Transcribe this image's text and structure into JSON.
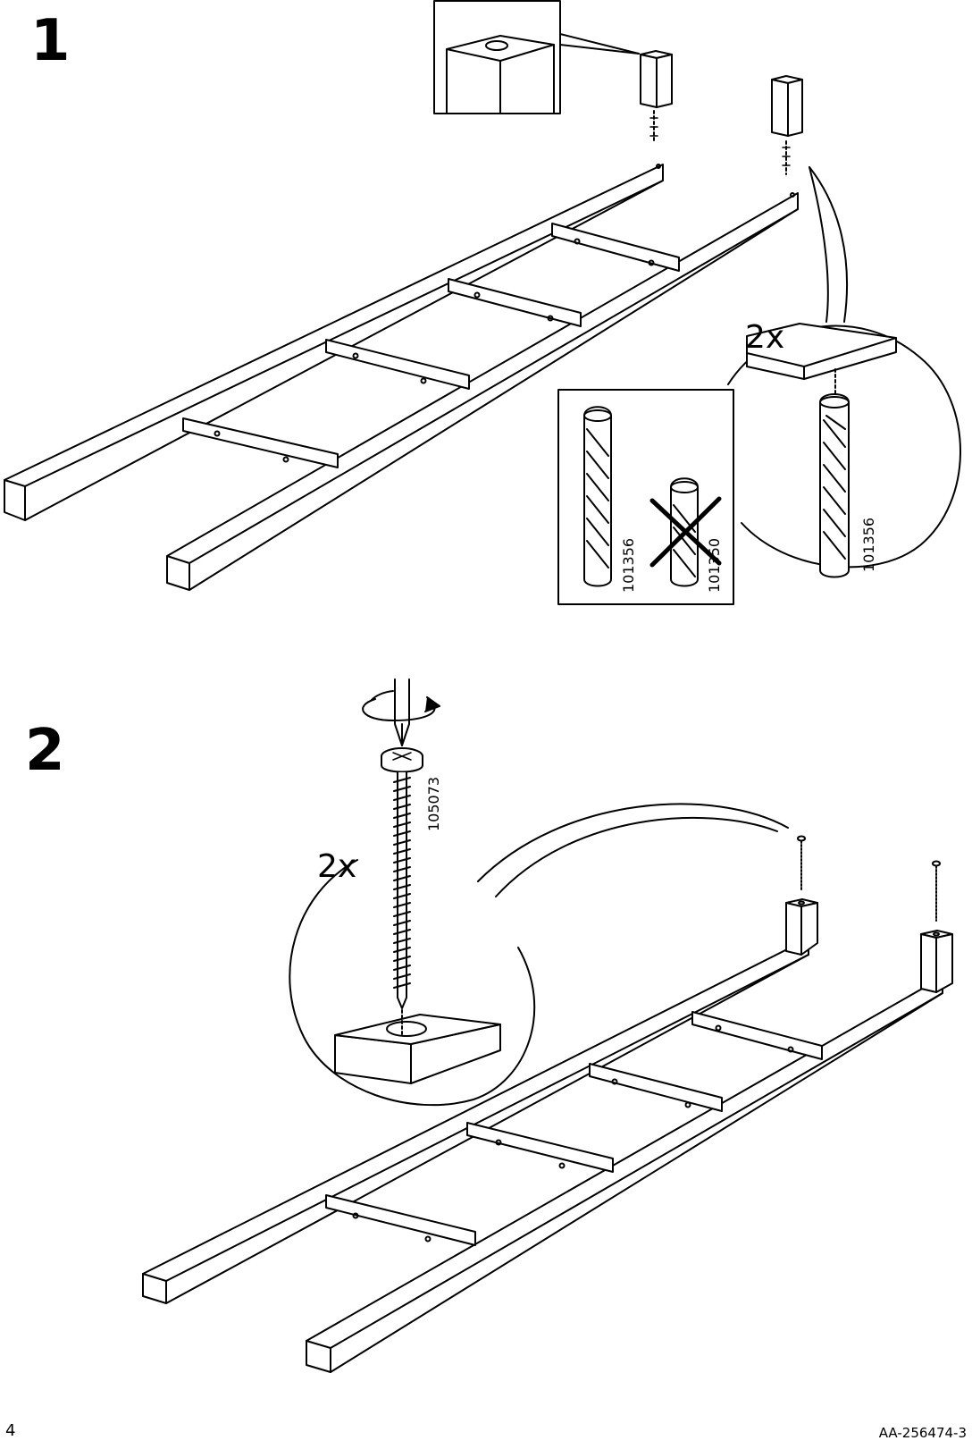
{
  "steps": [
    {
      "number": "1",
      "quantity": "2x",
      "part_numbers": [
        "101356",
        "101350",
        "101356"
      ]
    },
    {
      "number": "2",
      "quantity": "2x",
      "part_numbers": [
        "105073"
      ]
    }
  ],
  "footer": {
    "page_number": "4",
    "doc_code": "AA-256474-3"
  },
  "icons": [
    "dowel-icon",
    "screw-icon",
    "screwdriver-icon",
    "wrong-part-cross-icon",
    "rotate-arrow-icon"
  ]
}
